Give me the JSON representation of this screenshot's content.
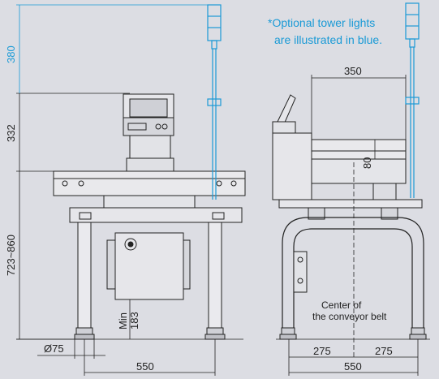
{
  "note": {
    "line1": "*Optional tower lights",
    "line2": "are illustrated in blue."
  },
  "front_view": {
    "dim_tower_height": "380",
    "dim_display_height": "332",
    "dim_conveyor_height": "723~860",
    "dim_foot_diameter": "Ø75",
    "dim_width": "550",
    "dim_min_clearance_label": "Min",
    "dim_min_clearance_value": "183"
  },
  "side_view": {
    "dim_top_width": "350",
    "dim_head_height": "80",
    "dim_left_half": "275",
    "dim_right_half": "275",
    "dim_total_width": "550",
    "center_label_line1": "Center of",
    "center_label_line2": "the conveyor belt"
  },
  "colors": {
    "background": "#dcdde3",
    "tower_blue": "#1a9ad6",
    "line": "#222222"
  }
}
